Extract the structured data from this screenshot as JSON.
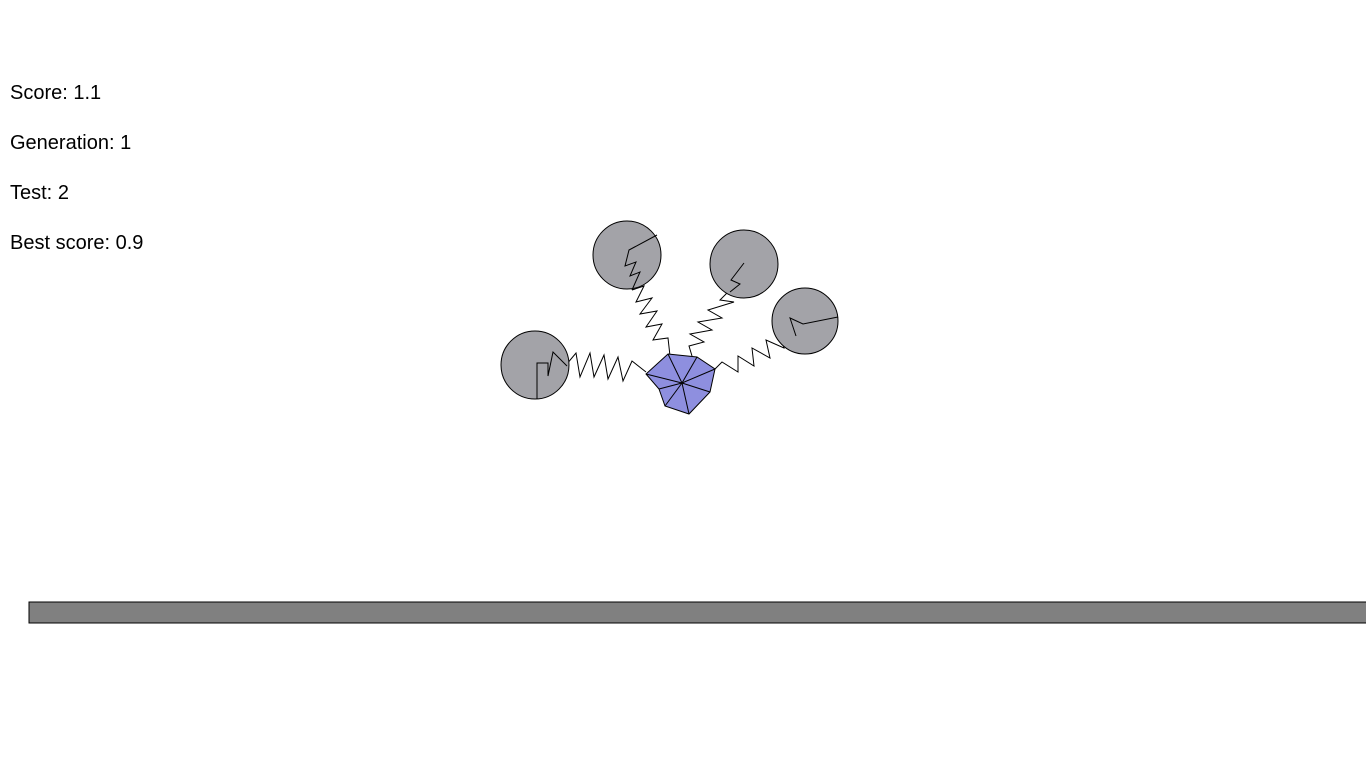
{
  "hud": {
    "score_label": "Score:",
    "score_value": "1.1",
    "generation_label": "Generation:",
    "generation_value": "1",
    "test_label": "Test:",
    "test_value": "2",
    "best_score_label": "Best score:",
    "best_score_value": "0.9"
  },
  "colors": {
    "background": "#ffffff",
    "text": "#000000",
    "wheel_fill": "#a3a3a8",
    "body_fill": "#8e8fdf",
    "ground_fill": "#808080",
    "stroke": "#000000"
  }
}
